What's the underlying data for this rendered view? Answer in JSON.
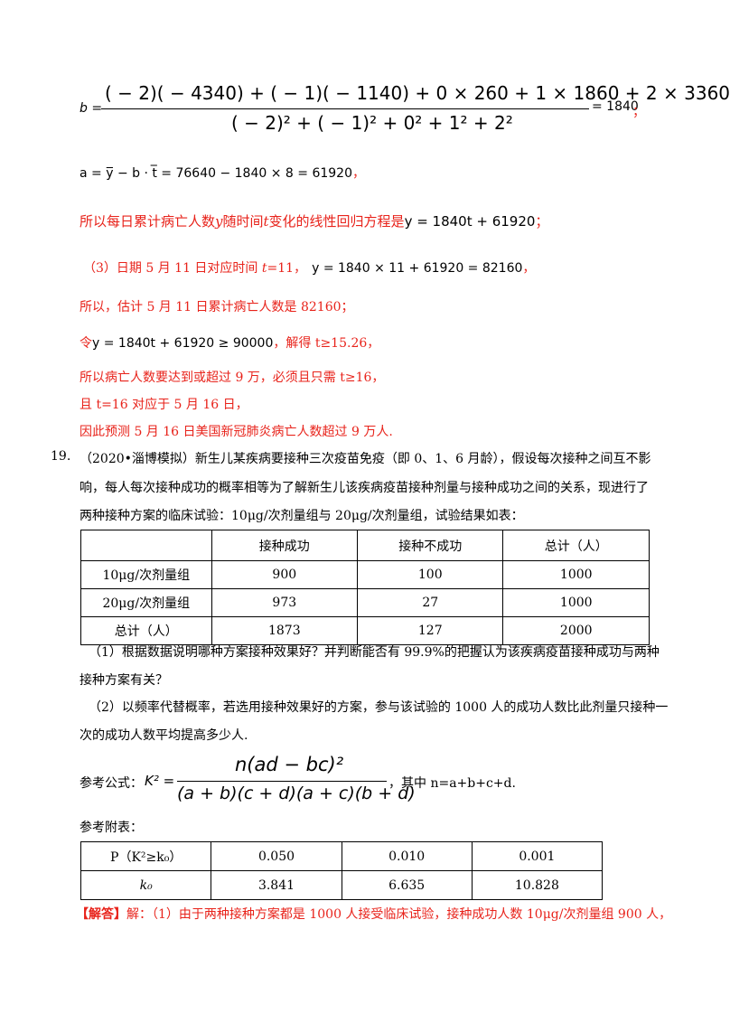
{
  "b_formula": {
    "lhs": "b =",
    "numerator": "( − 2)( − 4340) + ( − 1)( − 1140) + 0 × 260 + 1 × 1860 + 2 × 3360",
    "denominator": "( − 2)² + ( − 1)² + 0² + 1² + 2²",
    "rhs": "= 1840",
    "tail": "；"
  },
  "a_formula": {
    "text": "a = y̅ − b · t̅ = 76640 − 1840 × 8 = 61920",
    "tail": "，"
  },
  "line_regression": {
    "prefix": "所以每日累计病亡人数",
    "var_y": "y",
    "mid1": "随时间",
    "var_t": "t",
    "mid2": "变化的线性回归方程是",
    "equation": "y = 1840t + 61920",
    "tail": "；"
  },
  "line_part3": {
    "prefix": "（3）日期 5 月 11 日对应时间 ",
    "var_t": "t",
    "eq": "=11，",
    "calc": "y = 1840 × 11 + 61920 = 82160",
    "tail": "，"
  },
  "line_estimate": "所以，估计 5 月 11 日累计病亡人数是 82160；",
  "line_let": {
    "prefix": "令",
    "ineq": "y = 1840t + 61920 ≥ 90000",
    "mid": "，解得 ",
    "result": "t≥15.26，"
  },
  "line_need": {
    "prefix": "所以病亡人数要达到或超过 9 万，必须且只需 ",
    "result": "t≥16，"
  },
  "line_day": {
    "prefix": "且 ",
    "result": "t=16 对应于 5 月 16 日，"
  },
  "line_predict": "因此预测 5 月 16 日美国新冠肺炎病亡人数超过 9 万人.",
  "q19": {
    "number": "19.",
    "line1": "（2020•淄博模拟）新生儿某疾病要接种三次疫苗免疫（即 0、1、6 月龄），假设每次接种之间互不影",
    "line2": "响，每人每次接种成功的概率相等为了解新生儿该疾病疫苗接种剂量与接种成功之间的关系，现进行了",
    "line3": "两种接种方案的临床试验：10μg/次剂量组与 20μg/次剂量组，试验结果如表："
  },
  "table1": {
    "headers": [
      "",
      "接种成功",
      "接种不成功",
      "总计（人）"
    ],
    "rows": [
      [
        "10μg/次剂量组",
        "900",
        "100",
        "1000"
      ],
      [
        "20μg/次剂量组",
        "973",
        "27",
        "1000"
      ],
      [
        "总计（人）",
        "1873",
        "127",
        "2000"
      ]
    ]
  },
  "sub1_line1": "（1）根据数据说明哪种方案接种效果好？并判断能否有 99.9%的把握认为该疾病疫苗接种成功与两种",
  "sub1_line2": "接种方案有关？",
  "sub2_line1": "（2）以频率代替概率，若选用接种效果好的方案，参与该试验的 1000 人的成功人数比此剂量只接种一",
  "sub2_line2": "次的成功人数平均提高多少人.",
  "ref_formula": {
    "label": "参考公式：",
    "lhs": "K² =",
    "numerator": "n(ad − bc)²",
    "denominator": "(a + b)(c + d)(a + c)(b + d)",
    "tail": "，其中 n=a+b+c+d."
  },
  "ref_table_label": "参考附表：",
  "table2": {
    "row1": [
      "P（K²≥k₀）",
      "0.050",
      "0.010",
      "0.001"
    ],
    "row2": [
      "k₀",
      "3.841",
      "6.635",
      "10.828"
    ]
  },
  "answer": {
    "tag": "【解答】",
    "text": "解：（1）由于两种接种方案都是 1000 人接受临床试验，接种成功人数 10μg/次剂量组 900 人，"
  }
}
